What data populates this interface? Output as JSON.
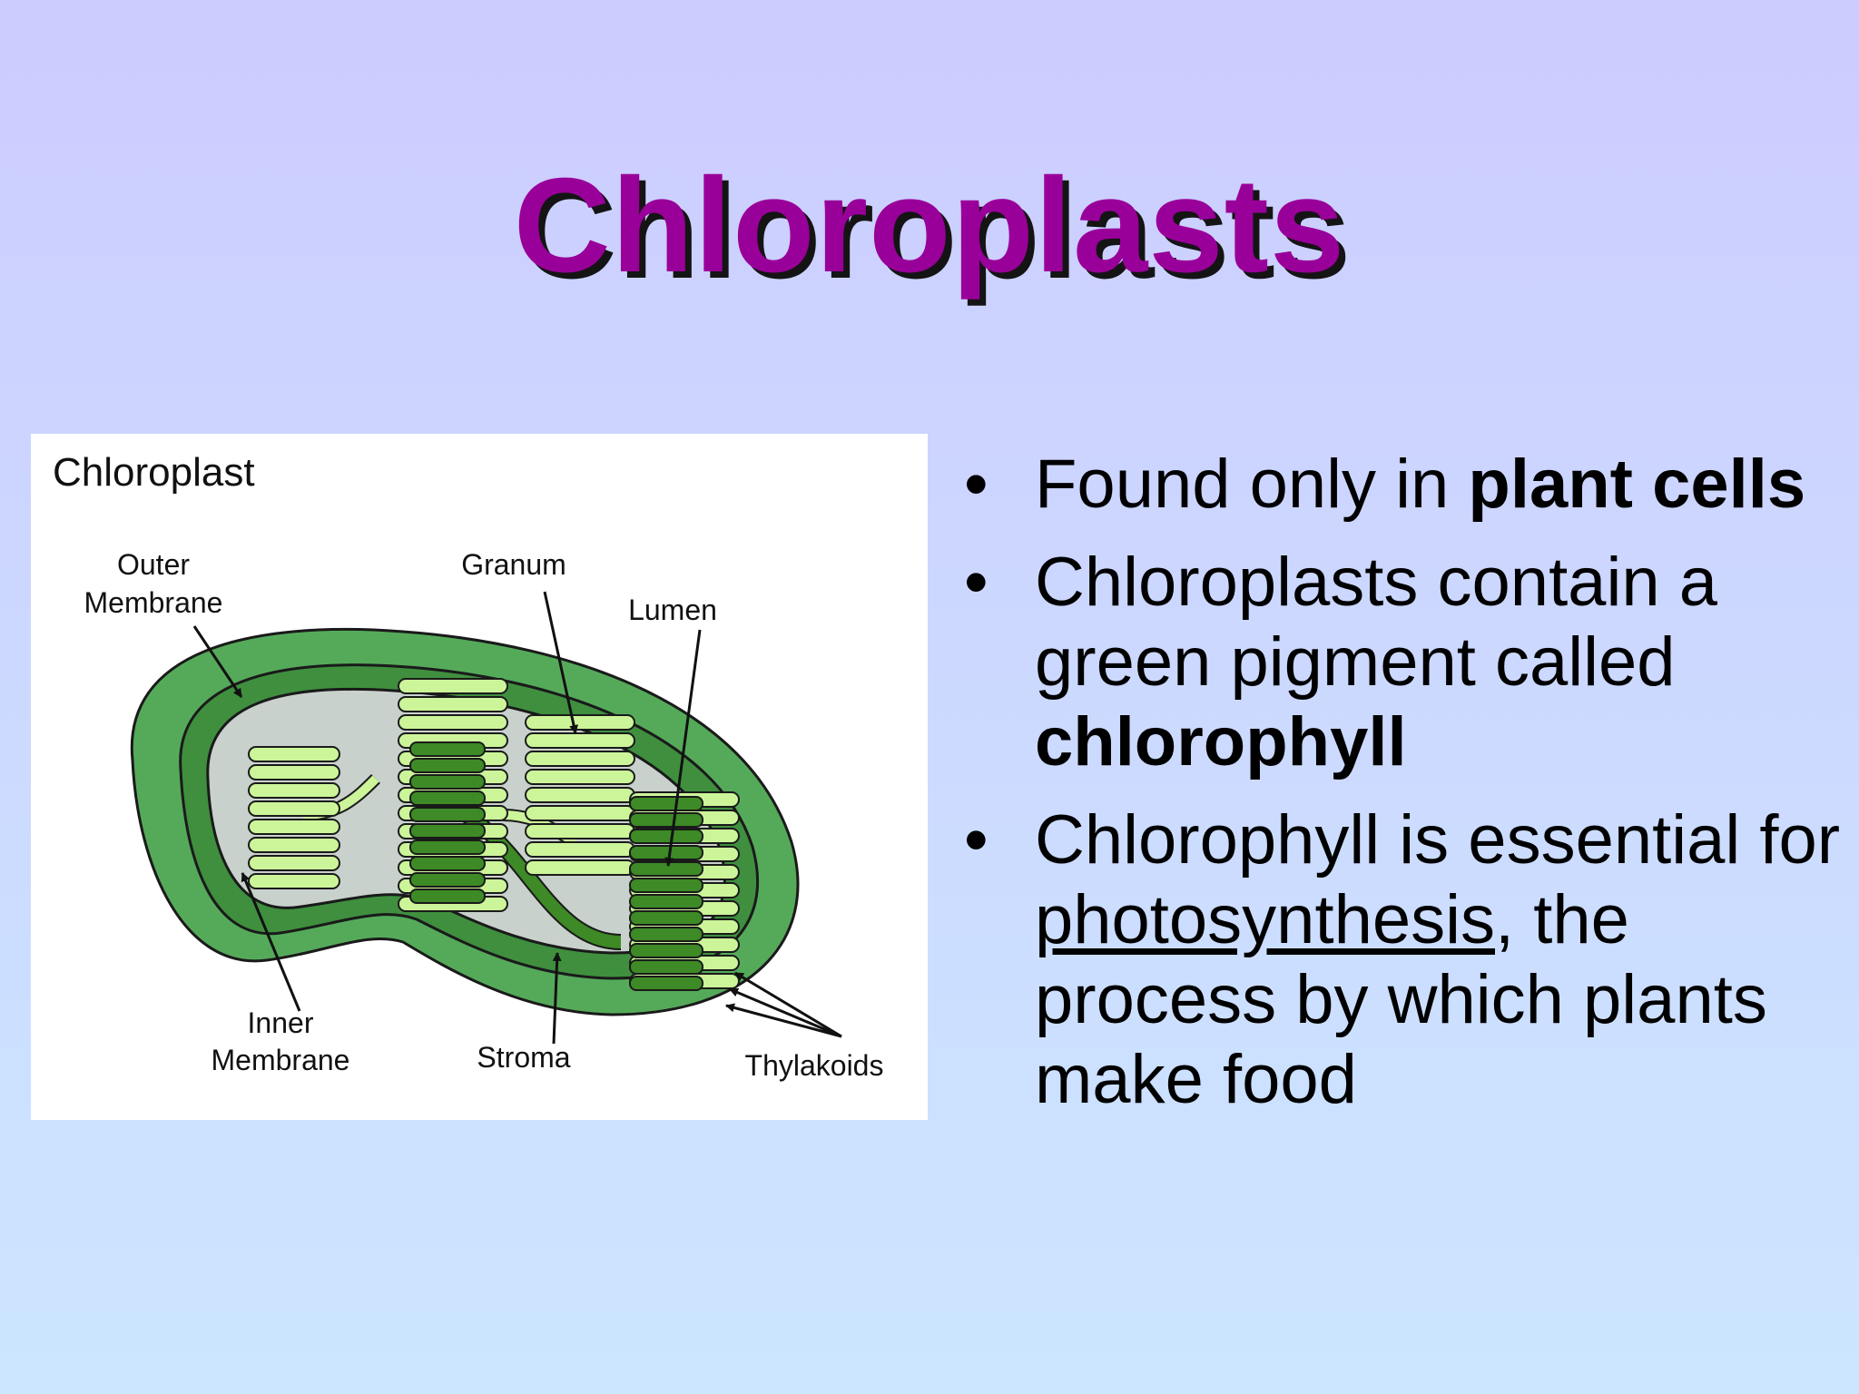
{
  "slide": {
    "title": "Chloroplasts"
  },
  "diagram": {
    "heading": "Chloroplast",
    "labels": {
      "outer_line1": "Outer",
      "outer_line2": "Membrane",
      "granum": "Granum",
      "lumen": "Lumen",
      "inner_line1": "Inner",
      "inner_line2": "Membrane",
      "stroma": "Stroma",
      "thylakoids": "Thylakoids"
    },
    "colors": {
      "outer_membrane": "#55aa5a",
      "inner_membrane": "#3f8f3f",
      "stroma": "#c9d1cc",
      "thylakoid_light": "#ccf59a",
      "thylakoid_dark": "#3d8a26",
      "outline": "#1a1a1a"
    }
  },
  "bullets": [
    {
      "pre": "Found only in ",
      "bold": "plant cells"
    },
    {
      "pre": "Chloroplasts contain a green pigment called ",
      "bold": "chlorophyll"
    },
    {
      "pre": "Chlorophyll is essential for ",
      "underline": "photosynthesis",
      "post": ", the process by which plants make food"
    }
  ],
  "bullet_symbol": "•"
}
